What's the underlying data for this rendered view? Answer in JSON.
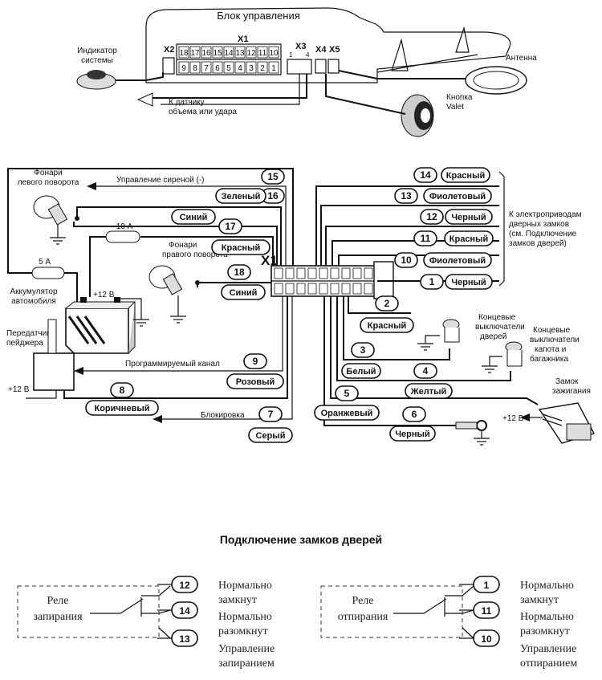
{
  "control_unit": {
    "title": "Блок управления",
    "connector_labels": {
      "x1": "X1",
      "x2": "X2",
      "x3": "X3",
      "x4": "X4",
      "x5": "X5"
    },
    "x1_top_pins": [
      "18",
      "17",
      "16",
      "15",
      "14",
      "13",
      "12",
      "11",
      "10"
    ],
    "x1_bottom_pins": [
      "9",
      "8",
      "7",
      "6",
      "5",
      "4",
      "3",
      "2",
      "1"
    ],
    "x3_pins": [
      "1",
      "4"
    ]
  },
  "top_labels": {
    "indicator": [
      "Индикатор",
      "системы"
    ],
    "sensor": [
      "К датчику",
      "объема или удара"
    ],
    "antenna": "Антенна",
    "valet": [
      "Кнопка",
      "Valet"
    ]
  },
  "main": {
    "x1_label": "X1",
    "siren_control": "Управление сиреной (-)",
    "left_turn": [
      "Фонари",
      "левого поворота"
    ],
    "right_turn": [
      "Фонари",
      "правого поворота"
    ],
    "fuse_10a": "10 А",
    "fuse_5a": "5 А",
    "battery": [
      "Аккумулятор",
      "автомобиля"
    ],
    "plus12": "+12 В",
    "pager": [
      "Передатчик",
      "пейджера"
    ],
    "programmable": "Программируемый канал",
    "blocking": "Блокировка",
    "door_lock_actuators": [
      "К электроприводам",
      "дверных замков",
      "(см. Подключение",
      "замков дверей)"
    ],
    "door_switches": [
      "Концевые",
      "выключатели",
      "дверей"
    ],
    "hood_switches": [
      "Концевые",
      "выключатели",
      "капота и",
      "багажника"
    ],
    "ignition": [
      "Замок",
      "зажигания"
    ],
    "plus12_ign": "+12 В",
    "left_wires": [
      {
        "pin": "15",
        "color": ""
      },
      {
        "pin": "16",
        "color": "Зеленый"
      },
      {
        "pin": "",
        "color": "Синий"
      },
      {
        "pin": "17",
        "color": "Красный"
      },
      {
        "pin": "18",
        "color": "Синий"
      },
      {
        "pin": "9",
        "color": "Розовый"
      },
      {
        "pin": "8",
        "color": "Коричневый"
      },
      {
        "pin": "7",
        "color": "Серый"
      }
    ],
    "right_wires": [
      {
        "pin": "14",
        "color": "Красный"
      },
      {
        "pin": "13",
        "color": "Фиолетовый"
      },
      {
        "pin": "12",
        "color": "Черный"
      },
      {
        "pin": "11",
        "color": "Красный"
      },
      {
        "pin": "10",
        "color": "Фиолетовый"
      },
      {
        "pin": "1",
        "color": "Черный"
      }
    ],
    "lower_wires": [
      {
        "pin": "2",
        "color": "Красный"
      },
      {
        "pin": "3",
        "color": "Белый"
      },
      {
        "pin": "4",
        "color": "Желтый"
      },
      {
        "pin": "5",
        "color": "Оранжевый"
      },
      {
        "pin": "6",
        "color": "Черный"
      }
    ]
  },
  "door_locks": {
    "title": "Подключение замков дверей",
    "left": {
      "relay": [
        "Реле",
        "запирания"
      ],
      "pins": [
        "12",
        "14",
        "13"
      ],
      "notes": [
        "Нормально",
        "замкнут",
        "Нормально",
        "разомкнут",
        "Управление",
        "запиранием"
      ]
    },
    "right": {
      "relay": [
        "Реле",
        "отпирания"
      ],
      "pins": [
        "1",
        "11",
        "10"
      ],
      "notes": [
        "Нормально",
        "замкнут",
        "Нормально",
        "разомкнут",
        "Управление",
        "отпиранием"
      ]
    }
  }
}
